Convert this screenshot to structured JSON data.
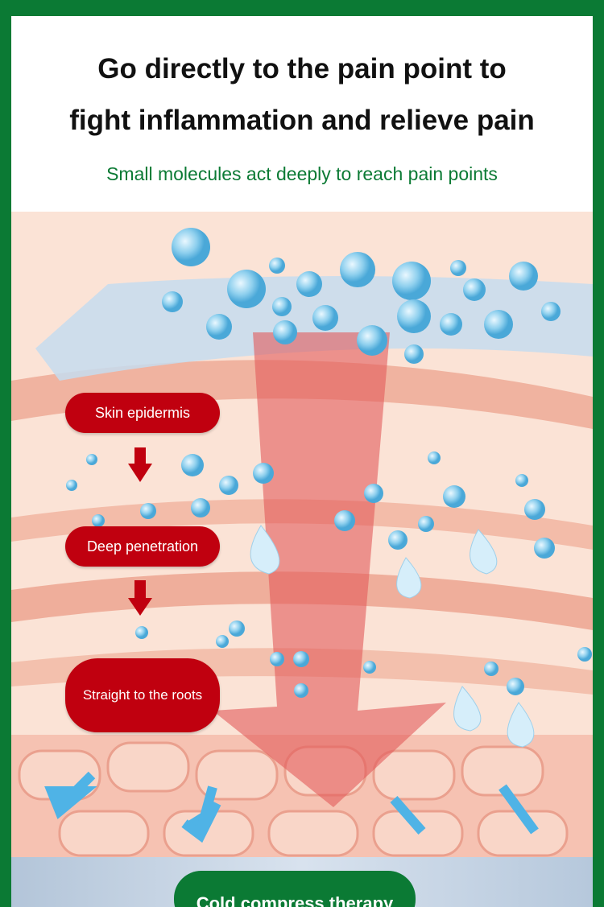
{
  "header": {
    "title_line1": "Go directly to the pain point to",
    "title_line2": "fight inflammation and relieve pain",
    "subtitle": "Small molecules act deeply to reach pain points"
  },
  "steps": [
    {
      "label": "Skin epidermis"
    },
    {
      "label": "Deep penetration"
    },
    {
      "label": "Straight to the roots"
    }
  ],
  "footer": {
    "button_label": "Cold compress therapy"
  },
  "colors": {
    "border": "#0b7a34",
    "pill": "#c0000f",
    "arrow": "#e25a5a"
  }
}
